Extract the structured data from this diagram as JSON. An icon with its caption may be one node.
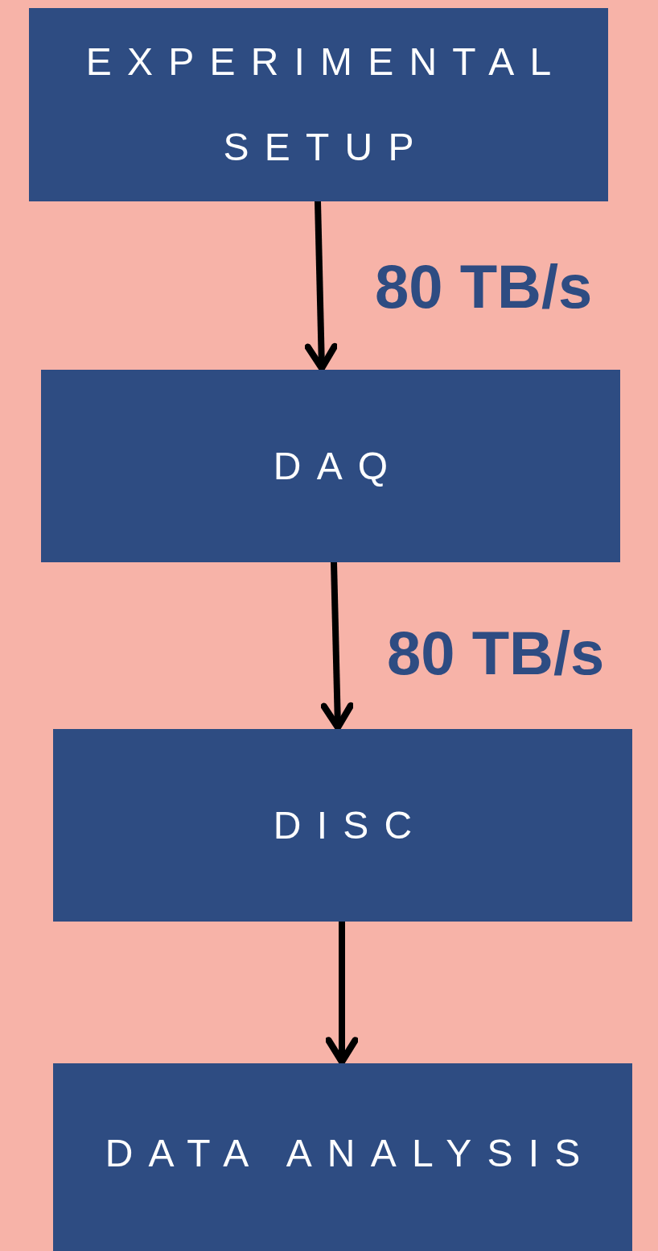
{
  "diagram": {
    "nodes": [
      {
        "text": [
          "EXPERIMENTAL SETUP"
        ]
      },
      {
        "text": [
          "DAQ"
        ]
      },
      {
        "text": [
          "DISC"
        ]
      },
      {
        "text": [
          "DATA ANALYSIS"
        ]
      }
    ],
    "edges": [
      {
        "from": 0,
        "to": 1,
        "arrow": "to",
        "label": "80 TB/s"
      },
      {
        "from": 1,
        "to": 2,
        "arrow": "to",
        "label": "80 TB/s"
      },
      {
        "from": 2,
        "to": 3,
        "arrow": "to"
      }
    ]
  }
}
